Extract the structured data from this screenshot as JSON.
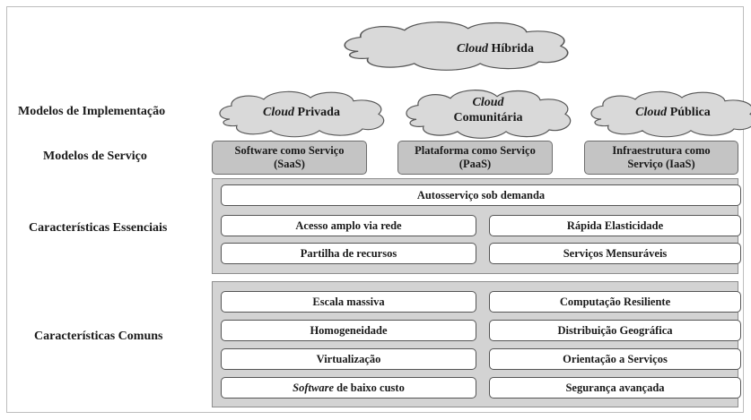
{
  "row_labels": {
    "implementacao": "Modelos de Implementação",
    "servico": "Modelos de Serviço",
    "essenciais": "Características Essenciais",
    "comuns": "Características Comuns"
  },
  "clouds": {
    "hibrida": {
      "word": "Cloud",
      "rest": " Híbrida"
    },
    "privada": {
      "word": "Cloud",
      "rest": " Privada"
    },
    "comunitaria": {
      "word": "Cloud",
      "rest": "Comunitária"
    },
    "publica": {
      "word": "Cloud",
      "rest": " Pública"
    }
  },
  "service_models": {
    "saas": {
      "line1": "Software como Serviço",
      "line2": "(SaaS)"
    },
    "paas": {
      "line1": "Plataforma como Serviço",
      "line2": "(PaaS)"
    },
    "iaas": {
      "line1": "Infraestrutura como",
      "line2": "Serviço (IaaS)"
    }
  },
  "essential": {
    "autoservico": "Autosserviço sob demanda",
    "acesso": "Acesso amplo via rede",
    "elasticidade": "Rápida Elasticidade",
    "partilha": "Partilha de recursos",
    "mensuraveis": "Serviços Mensuráveis"
  },
  "common": {
    "escala": "Escala massiva",
    "resiliente": "Computação Resiliente",
    "homogeneidade": "Homogeneidade",
    "distribuicao": "Distribuição Geográfica",
    "virtualizacao": "Virtualização",
    "orientacao": "Orientação a Serviços",
    "software_word": "Software",
    "software_rest": " de baixo custo",
    "seguranca": "Segurança avançada"
  },
  "colors": {
    "service_fill": "#c4c4c4",
    "panel_fill": "#d3d3d3",
    "cloud_fill": "#d9d9d9",
    "pill_fill": "#ffffff"
  }
}
